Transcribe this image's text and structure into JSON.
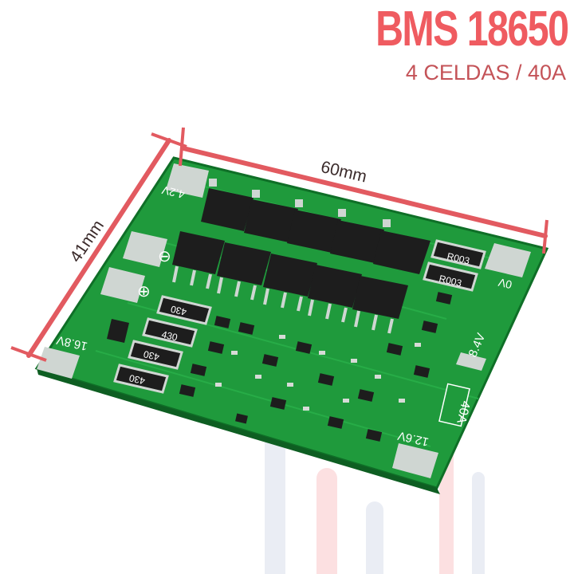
{
  "title": "BMS 18650",
  "subtitle": "4 CELDAS / 40A",
  "colors": {
    "accent": "#ef5b60",
    "pcb_green": "#1f9a3c",
    "pcb_dark": "#137a2c",
    "pad_gray": "#cfd6d2",
    "chip_black": "#1d1d1d",
    "subtitle_gray": "#c45358"
  },
  "dimensions": {
    "width_label": "60mm",
    "height_label": "41mm"
  },
  "board_labels": {
    "v42": "4.2V",
    "v0": "0V",
    "v168": "16.8V",
    "v84": "8.4V",
    "v126": "12.6V",
    "current": "40A",
    "neg_symbol": "⊖",
    "pos_symbol": "⊕"
  },
  "resistor_labels": [
    "R003",
    "R003"
  ],
  "component_codes": [
    "430",
    "430",
    "430",
    "430"
  ]
}
